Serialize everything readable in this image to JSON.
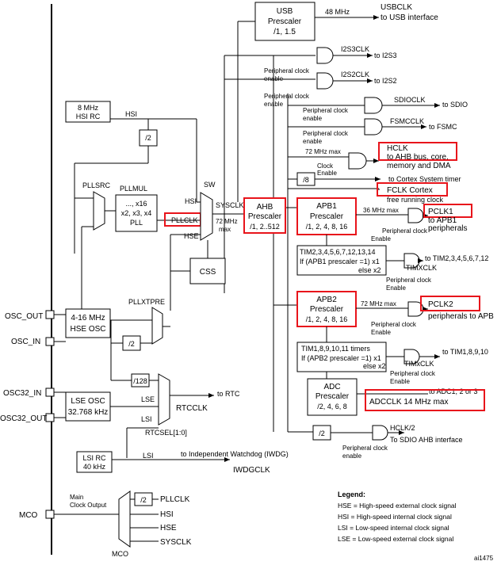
{
  "usb": {
    "title": "USB",
    "subtitle": "Prescaler",
    "ratio": "/1, 1.5",
    "freq": "48 MHz",
    "clock": "USBCLK",
    "dest": "to USB interface"
  },
  "i2s": {
    "i2s3": "I2S3CLK",
    "to3": "to I2S3",
    "i2s2": "I2S2CLK",
    "to2": "to I2S2"
  },
  "labels": {
    "pce1": "Peripheral clock",
    "pce2": "Peripheral clock",
    "enable": "enable",
    "enable_cap": "Enable",
    "clock": "Clock"
  },
  "sdio": {
    "clock": "SDIOCLK",
    "dest": "to SDIO"
  },
  "fsmc": {
    "clock": "FSMCCLK",
    "dest": "to FSMC"
  },
  "hclk": {
    "max": "72 MHz max",
    "name": "HCLK",
    "dest1": "to AHB bus, core,",
    "dest2": "memory and DMA"
  },
  "cortex": {
    "div": "/8",
    "timer": "to Cortex System timer",
    "fclk": "FCLK Cortex",
    "fclk_sub": "free running clock"
  },
  "hsi": {
    "freq": "8 MHz",
    "name": "HSI RC",
    "line": "HSI",
    "div": "/2"
  },
  "pll": {
    "src": "PLLSRC",
    "mul_label": "PLLMUL",
    "mul1": "..., x16",
    "mul2": "x2, x3, x4",
    "name": "PLL",
    "clk": "PLLCLK"
  },
  "sw": {
    "label": "SW",
    "hsi": "HSI",
    "hse": "HSE",
    "sysclk": "SYSCLK",
    "max1": "72 MHz",
    "max2": "max"
  },
  "css": {
    "label": "CSS"
  },
  "ahb": {
    "title": "AHB",
    "subtitle": "Prescaler",
    "ratio": "/1, 2..512"
  },
  "apb1": {
    "title": "APB1",
    "subtitle": "Prescaler",
    "ratio": "/1, 2, 4, 8, 16",
    "max": "36 MHz max",
    "pclk": "PCLK1",
    "dest1": "to APB1",
    "dest2": "peripherals"
  },
  "tim2": {
    "l1": "TIM2,3,4,5,6,7,12,13,14",
    "l2": "If (APB1 prescaler =1) x1",
    "l3": "else  x2",
    "dest": "to TIM2,3,4,5,6,7,12",
    "clock": "TIMXCLK"
  },
  "apb2": {
    "title": "APB2",
    "subtitle": "Prescaler",
    "ratio": "/1, 2, 4, 8, 16",
    "max": "72 MHz max",
    "pclk": "PCLK2",
    "dest": "peripherals to APB"
  },
  "tim1": {
    "l1": "TIM1,8,9,10,11 timers",
    "l2": "If (APB2 prescaler =1) x1",
    "l3": "else x2",
    "dest": "to TIM1,8,9,10",
    "clock": "TIMxCLK"
  },
  "adc": {
    "title": "ADC",
    "subtitle": "Prescaler",
    "ratio": "/2, 4, 6, 8",
    "dest": "to ADC1, 2 or 3",
    "clock": "ADCCLK 14 MHz max"
  },
  "hclk2": {
    "div": "/2",
    "label": "HCLK/2",
    "dest": "To SDIO AHB interface"
  },
  "hse": {
    "freq": "4-16 MHz",
    "name": "HSE OSC",
    "out": "OSC_OUT",
    "in": "OSC_IN",
    "div": "/2",
    "pllxtpre": "PLLXTPRE"
  },
  "lse": {
    "name": "LSE OSC",
    "freq": "32.768 kHz",
    "in": "OSC32_IN",
    "out": "OSC32_OUT"
  },
  "rtc": {
    "div": "/128",
    "dest": "to RTC",
    "lse": "LSE",
    "lsi": "LSI",
    "clk": "RTCCLK",
    "sel": "RTCSEL[1:0]"
  },
  "lsi": {
    "name": "LSI RC",
    "freq": "40 kHz",
    "line": "LSI",
    "dest": "to Independent Watchdog (IWDG)",
    "clk": "IWDGCLK"
  },
  "mco": {
    "pin": "MCO",
    "main1": "Main",
    "main2": "Clock Output",
    "mux": "MCO",
    "div": "/2",
    "pllclk": "PLLCLK",
    "hsi": "HSI",
    "hse": "HSE",
    "sysclk": "SYSCLK"
  },
  "legend": {
    "title": "Legend:",
    "hse": "HSE = High-speed external clock signal",
    "hsi": "HSI = High-speed internal clock signal",
    "lsi": "LSI = Low-speed internal clock signal",
    "lse": "LSE = Low-speed external clock signal",
    "fig": "ai1475"
  },
  "colors": {
    "highlight": "#e8141b",
    "line": "#000000",
    "background": "#ffffff"
  }
}
